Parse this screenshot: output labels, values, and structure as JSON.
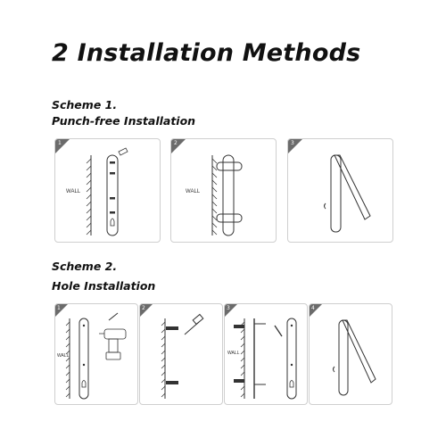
{
  "title": "2 Installation Methods",
  "scheme1": {
    "heading": "Scheme 1.",
    "subtitle": "Punch-free Installation",
    "steps": [
      {
        "number": "1",
        "wall_label": "WALL"
      },
      {
        "number": "2",
        "wall_label": "WALL"
      },
      {
        "number": "3",
        "wall_label": ""
      }
    ]
  },
  "scheme2": {
    "heading": "Scheme 2.",
    "subtitle": "Hole Installation",
    "steps": [
      {
        "number": "1",
        "wall_label": "WALL"
      },
      {
        "number": "2",
        "wall_label": ""
      },
      {
        "number": "3",
        "wall_label": "WALL"
      },
      {
        "number": "4",
        "wall_label": ""
      }
    ]
  },
  "colors": {
    "badge": "#6b6b6b",
    "border": "#cfcfcf",
    "line": "#333333"
  }
}
